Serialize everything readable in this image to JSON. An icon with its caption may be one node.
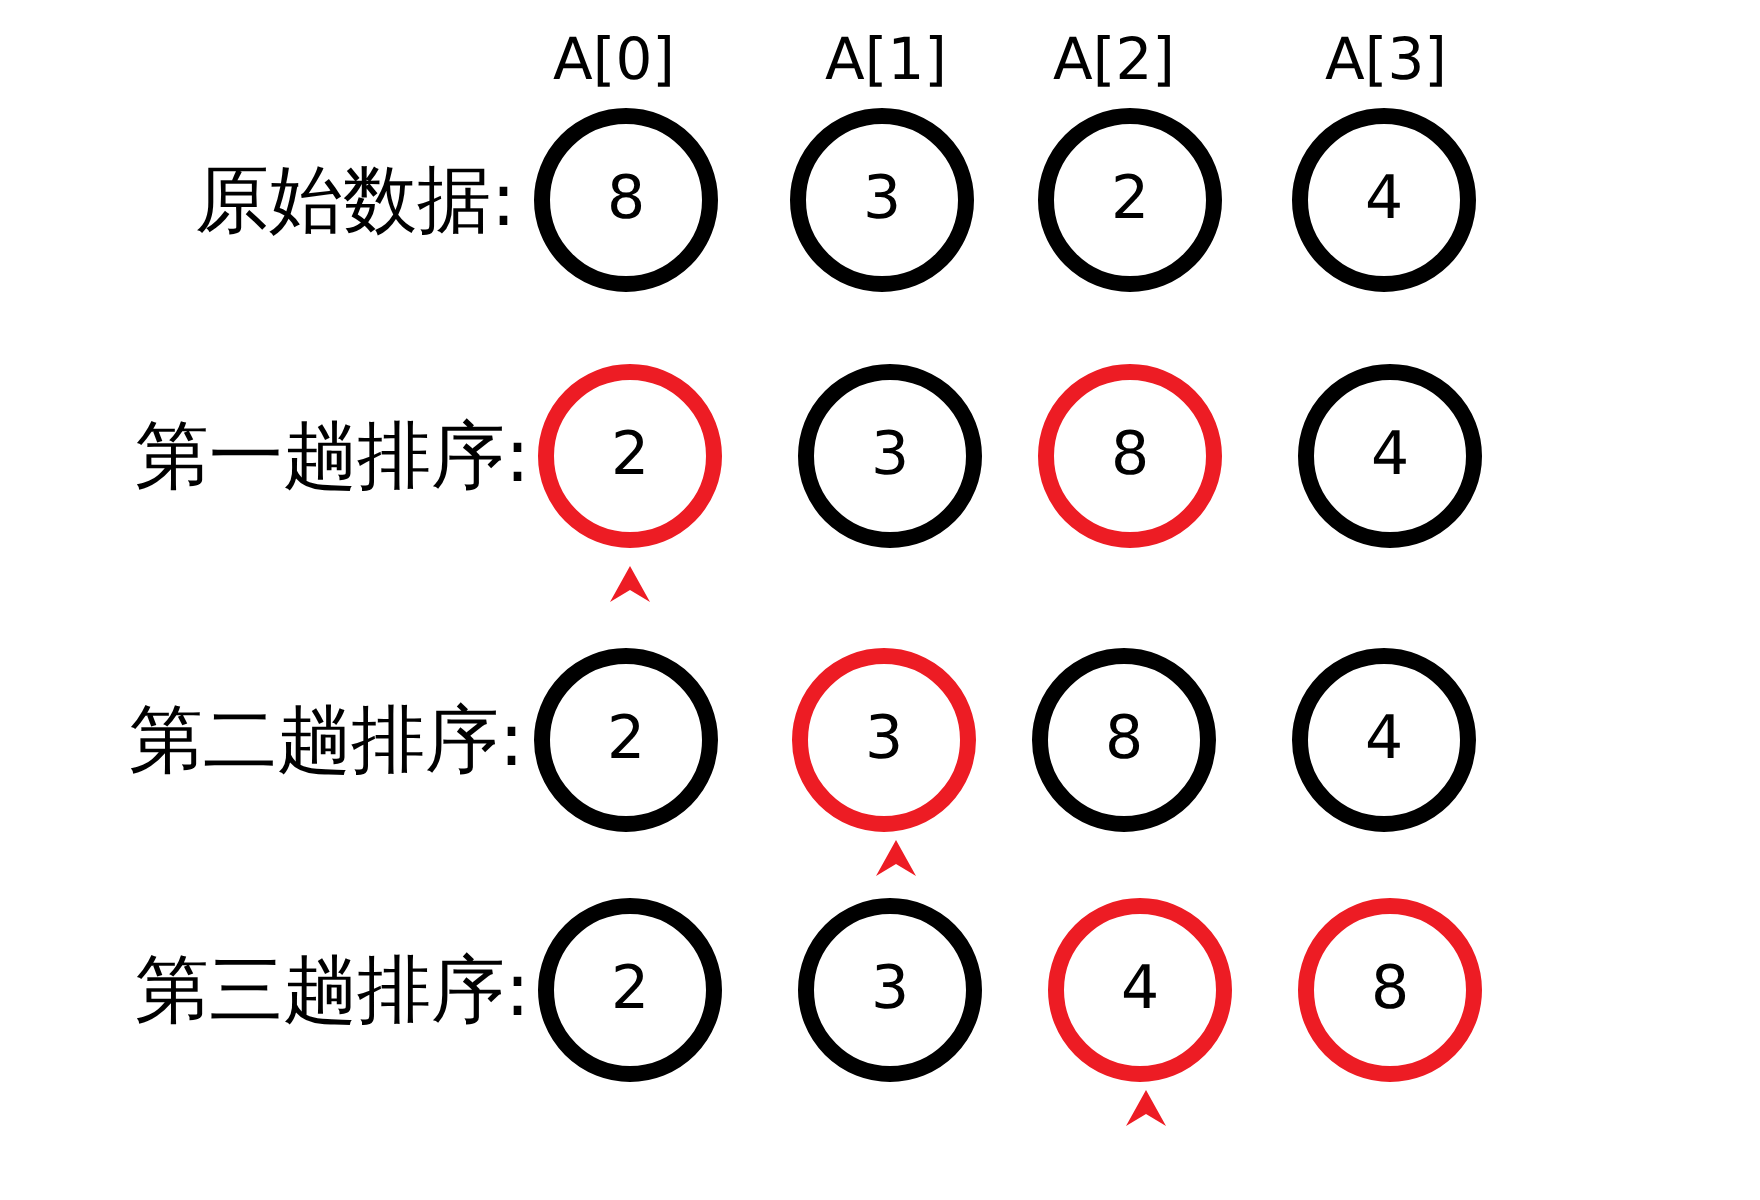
{
  "diagram": {
    "nodes": [
      {
        "text": [
          "8"
        ]
      },
      {
        "text": [
          "3"
        ]
      },
      {
        "text": [
          "2"
        ]
      },
      {
        "text": [
          "4"
        ]
      },
      {
        "text": [
          "2"
        ]
      },
      {
        "text": [
          "3"
        ]
      },
      {
        "text": [
          "8"
        ]
      },
      {
        "text": [
          "4"
        ]
      },
      {
        "text": [
          "2"
        ]
      },
      {
        "text": [
          "3"
        ]
      },
      {
        "text": [
          "8"
        ]
      },
      {
        "text": [
          "4"
        ]
      },
      {
        "text": [
          "2"
        ]
      },
      {
        "text": [
          "3"
        ]
      },
      {
        "text": [
          "4"
        ]
      },
      {
        "text": [
          "8"
        ]
      }
    ],
    "labels": [
      "A[0]",
      "A[1]",
      "A[2]",
      "A[3]",
      "原始数据:",
      "第一趟排序:",
      "第二趟排序:",
      "第三趟排序:"
    ]
  }
}
